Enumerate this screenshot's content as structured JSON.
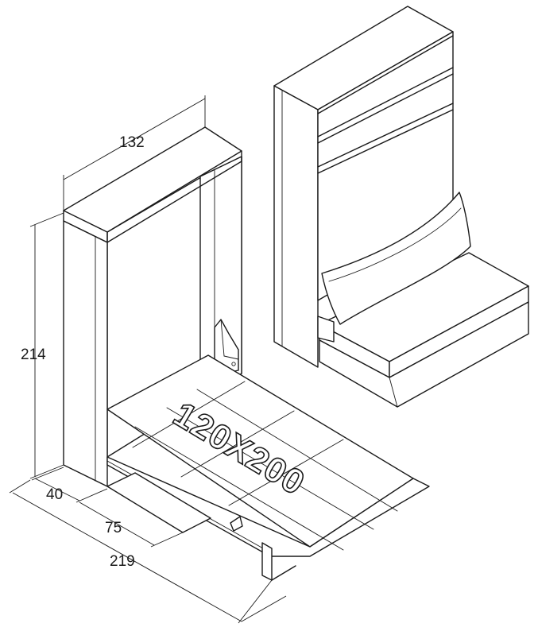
{
  "dimensions": {
    "width_label": "132",
    "height_label": "214",
    "depth_closed_label": "40",
    "depth_bed_label": "75",
    "depth_total_label": "219"
  },
  "bed_size_label": "120X200"
}
